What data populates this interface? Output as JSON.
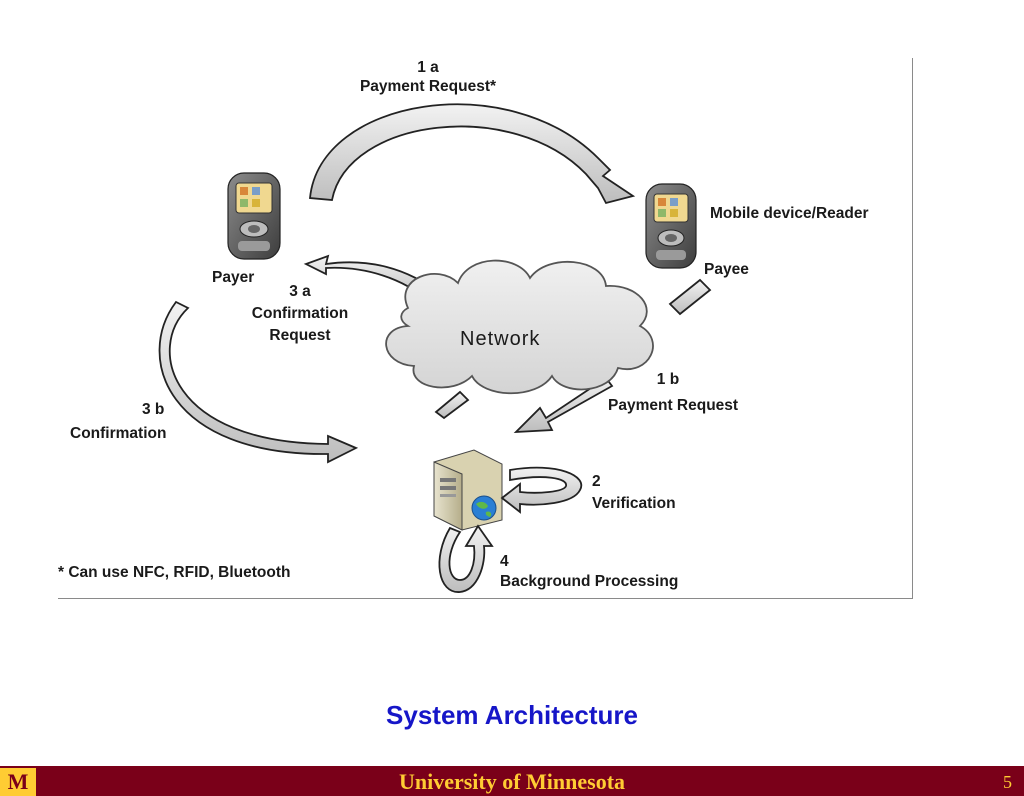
{
  "diagram": {
    "step_1a": {
      "number": "1 a",
      "label": "Payment Request*"
    },
    "payer_label": "Payer",
    "payee_label": "Payee",
    "reader_label": "Mobile device/Reader",
    "step_3a": {
      "number": "3 a",
      "line1": "Confirmation",
      "line2": "Request"
    },
    "network_label": "Network",
    "step_3b": {
      "number": "3 b",
      "label": "Confirmation"
    },
    "step_1b": {
      "number": "1 b",
      "label": "Payment Request"
    },
    "step_2": {
      "number": "2",
      "label": "Verification"
    },
    "step_4": {
      "number": "4",
      "label": "Background Processing"
    },
    "footnote": "* Can use NFC, RFID, Bluetooth"
  },
  "slide": {
    "title": "System Architecture",
    "footer_org": "University of Minnesota",
    "footer_logo": "M",
    "page_number": "5"
  },
  "colors": {
    "title": "#1616c8",
    "footer_bar": "#7a0019",
    "footer_text": "#ffcc33",
    "arrow_fill": "#cfcfcf",
    "cloud_fill": "#e4e4e4"
  },
  "icons": [
    "phone-icon",
    "server-icon",
    "globe-icon",
    "cloud-icon"
  ]
}
